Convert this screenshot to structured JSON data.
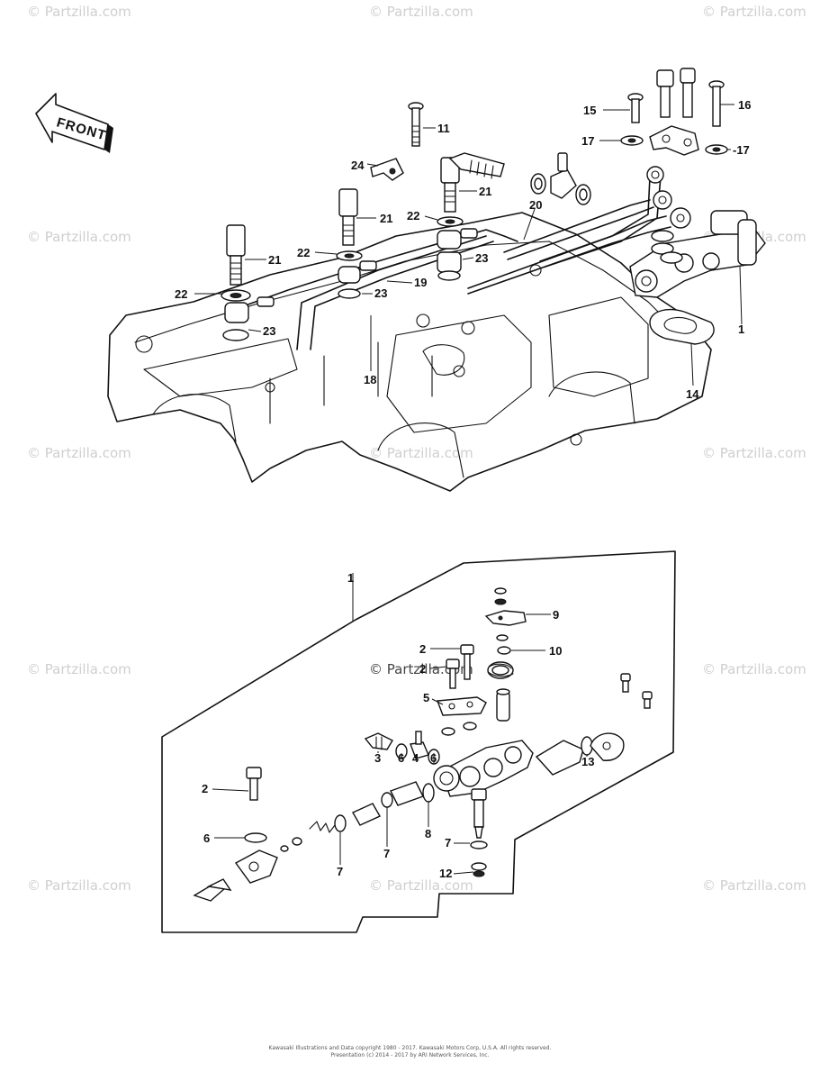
{
  "watermark": "© Partzilla.com",
  "front_label": "FRONT",
  "callouts": {
    "c1a": "1",
    "c11": "11",
    "c15": "15",
    "c16": "16",
    "c17a": "17",
    "c17b": "-17",
    "c24": "24",
    "c21a": "21",
    "c21b": "21",
    "c21c": "21",
    "c22a": "22",
    "c22b": "22",
    "c22c": "22",
    "c20": "20",
    "c23a": "23",
    "c23b": "23",
    "c23c": "23",
    "c19": "19",
    "c18": "18",
    "c14": "14",
    "c1b": "1",
    "c9": "9",
    "c10": "10",
    "c2a": "2",
    "c2b": "2",
    "c5": "5",
    "c3": "3",
    "c6a": "6",
    "c4": "4",
    "c6b": "6",
    "c13": "13",
    "c2c": "2",
    "c6c": "6",
    "c7a": "7",
    "c7b": "7",
    "c8": "8",
    "c7c": "7",
    "c12": "12"
  },
  "copyright": {
    "line1": "Kawasaki Illustrations and Data copyright 1980 - 2017. Kawasaki Motors Corp, U.S.A. All rights reserved.",
    "line2": "Presentation (c) 2014 - 2017 by ARI Network Services, Inc."
  }
}
